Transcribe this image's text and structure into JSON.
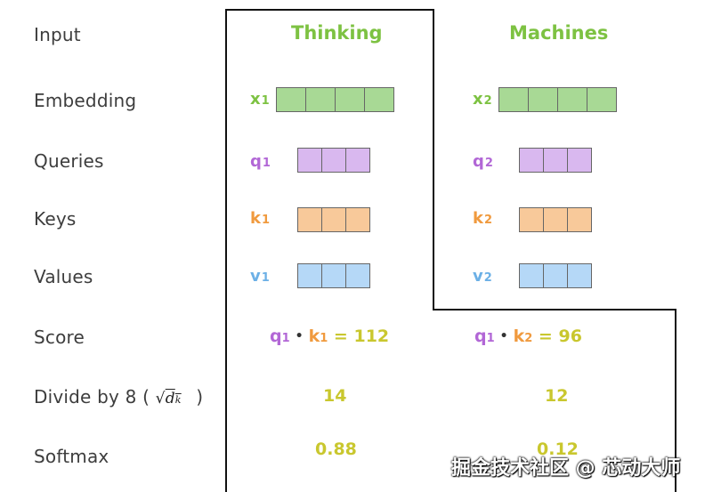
{
  "colors": {
    "word": "#7dc242",
    "embedding": "#a8d995",
    "query": "#d9b8ef",
    "query_text": "#b267d6",
    "key": "#f8c99a",
    "key_text": "#f09a3e",
    "value": "#b5d8f7",
    "value_text": "#6cb0e6",
    "number": "#c9c72e"
  },
  "rows": {
    "input": "Input",
    "embedding": "Embedding",
    "queries": "Queries",
    "keys": "Keys",
    "values": "Values",
    "score": "Score",
    "divide": "Divide by 8 (",
    "divide_close": ")",
    "divide_symbol": "d",
    "divide_sub": "k",
    "softmax": "Softmax"
  },
  "words": [
    {
      "text": "Thinking",
      "x_name": "x",
      "x_sub": "1",
      "q_name": "q",
      "q_sub": "1",
      "k_name": "k",
      "k_sub": "1",
      "v_name": "v",
      "v_sub": "1",
      "score": {
        "q": "q",
        "q_sub": "1",
        "dot": "•",
        "k": "k",
        "k_sub": "1",
        "eq": "=",
        "value": "112"
      },
      "divided": "14",
      "softmax": "0.88"
    },
    {
      "text": "Machines",
      "x_name": "x",
      "x_sub": "2",
      "q_name": "q",
      "q_sub": "2",
      "k_name": "k",
      "k_sub": "2",
      "v_name": "v",
      "v_sub": "2",
      "score": {
        "q": "q",
        "q_sub": "1",
        "dot": "•",
        "k": "k",
        "k_sub": "2",
        "eq": "=",
        "value": "96"
      },
      "divided": "12",
      "softmax": "0.12"
    }
  ],
  "watermark": "掘金技术社区 @ 芯动大师"
}
